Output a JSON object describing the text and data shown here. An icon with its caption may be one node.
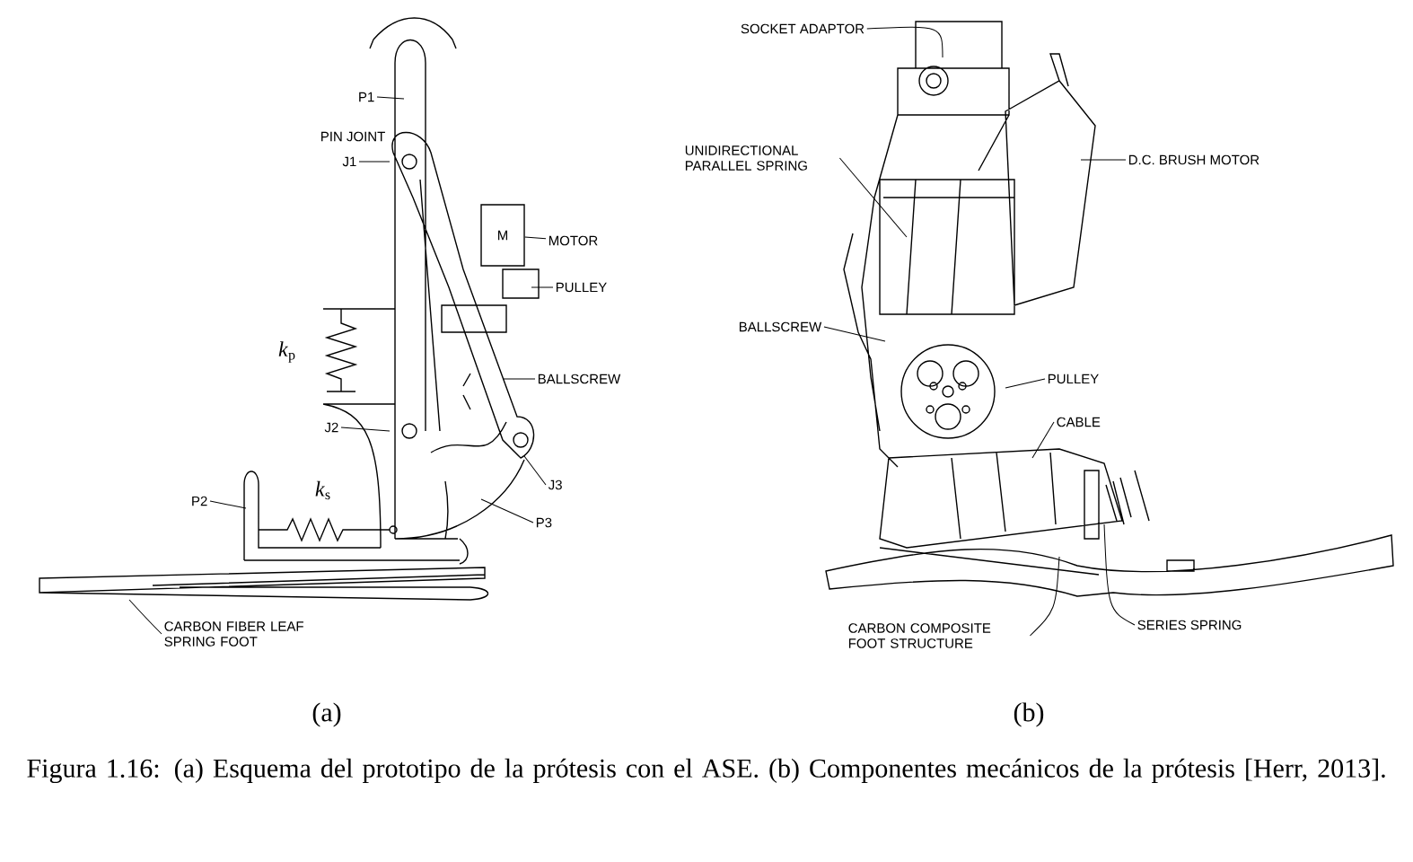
{
  "diagram": {
    "caption": "Figura 1.16: (a) Esquema del prototipo de la prótesis con el ASE. (b) Componentes mecánicos de la prótesis [Herr, 2013].",
    "nodes": [
      {
        "text": [
          "P1"
        ]
      },
      {
        "text": [
          "J1"
        ]
      },
      {
        "text": [
          "MOTOR"
        ]
      },
      {
        "text": [
          "PULLEY"
        ]
      },
      {
        "text": [
          "BALLSCREW"
        ]
      },
      {
        "text": [
          "J2"
        ]
      },
      {
        "text": [
          "J3"
        ]
      },
      {
        "text": [
          "P2"
        ]
      },
      {
        "text": [
          "P3"
        ]
      },
      {
        "text": [
          "CARBON FIBER LEAF SPRING FOOT"
        ]
      },
      {
        "text": [
          "SOCKET ADAPTOR"
        ]
      },
      {
        "text": [
          "D.C. BRUSH MOTOR"
        ]
      },
      {
        "text": [
          "UNIDIRECTIONAL PARALLEL SPRING"
        ]
      },
      {
        "text": [
          "BALLSCREW"
        ]
      },
      {
        "text": [
          "PULLEY"
        ]
      },
      {
        "text": [
          "CABLE"
        ]
      },
      {
        "text": [
          "CARBON COMPOSITE FOOT STRUCTURE"
        ]
      },
      {
        "text": [
          "SERIES SPRING"
        ]
      },
      {
        "text": [
          "M"
        ]
      }
    ],
    "edges": [
      {
        "from": 0,
        "to": null,
        "arrow": "none"
      },
      {
        "from": 1,
        "to": null,
        "arrow": "none"
      },
      {
        "from": 2,
        "to": 18,
        "arrow": "none"
      },
      {
        "from": 3,
        "to": null,
        "arrow": "none"
      },
      {
        "from": 4,
        "to": null,
        "arrow": "none"
      },
      {
        "from": 5,
        "to": null,
        "arrow": "none"
      },
      {
        "from": 6,
        "to": null,
        "arrow": "none"
      },
      {
        "from": 7,
        "to": null,
        "arrow": "none"
      },
      {
        "from": 8,
        "to": null,
        "arrow": "none"
      },
      {
        "from": 9,
        "to": null,
        "arrow": "none"
      },
      {
        "from": 10,
        "to": null,
        "arrow": "none"
      },
      {
        "from": 11,
        "to": null,
        "arrow": "none"
      },
      {
        "from": 12,
        "to": null,
        "arrow": "none"
      },
      {
        "from": 13,
        "to": null,
        "arrow": "none"
      },
      {
        "from": 14,
        "to": null,
        "arrow": "none"
      },
      {
        "from": 15,
        "to": null,
        "arrow": "none"
      },
      {
        "from": 16,
        "to": null,
        "arrow": "none"
      },
      {
        "from": 17,
        "to": null,
        "arrow": "none"
      }
    ],
    "labels": [
      "PIN JOINT",
      "*k*$_{p}$",
      "*k*$_{s}$",
      "(a)",
      "(b)"
    ]
  }
}
